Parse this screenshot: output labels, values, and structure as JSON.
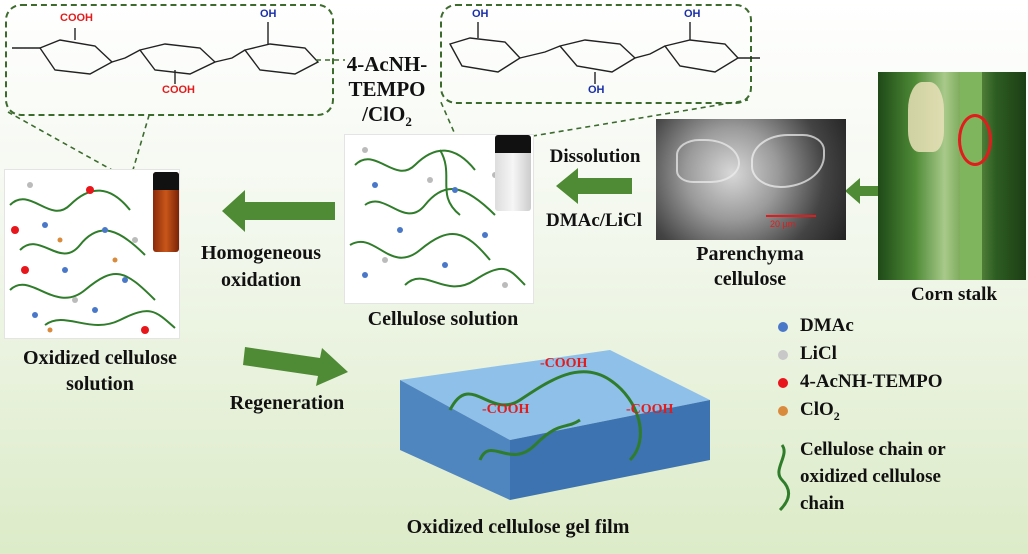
{
  "reagent": {
    "line1": "4-AcNH-",
    "line2": "TEMPO",
    "line3": "/ClO",
    "line3_sub": "2"
  },
  "steps": {
    "dissolution": "Dissolution",
    "solvent": "DMAc/LiCl",
    "homogeneous_line1": "Homogeneous",
    "homogeneous_line2": "oxidation",
    "regeneration": "Regeneration"
  },
  "labels": {
    "parenchyma_line1": "Parenchyma",
    "parenchyma_line2": "cellulose",
    "corn_stalk": "Corn stalk",
    "cellulose_solution": "Cellulose solution",
    "oxidized_solution_line1": "Oxidized cellulose",
    "oxidized_solution_line2": "solution",
    "gel_film": "Oxidized cellulose gel film",
    "sem_scale": "20 μm"
  },
  "structure_groups": {
    "cooh": "COOH",
    "oh": "OH"
  },
  "gel_groups": {
    "cooh_right": "-COOH",
    "cooh_left": "-COOH",
    "cooh_top": "-COOH"
  },
  "legend": [
    {
      "label": "DMAc",
      "color": "#4a78c8"
    },
    {
      "label": "LiCl",
      "color": "#c8c8c8"
    },
    {
      "label": "4-AcNH-TEMPO",
      "color": "#e8151b"
    },
    {
      "label": "ClO",
      "sub": "2",
      "color": "#d98a3c"
    }
  ],
  "legend_chain": {
    "line1": "Cellulose chain or",
    "line2": "oxidized cellulose",
    "line3": "chain"
  },
  "colors": {
    "arrow": "#4f8a34",
    "chain": "#2f7d2a",
    "cooh": "#e21c1c",
    "oh": "#1a2fa8",
    "gel": "#5b9bd5"
  }
}
